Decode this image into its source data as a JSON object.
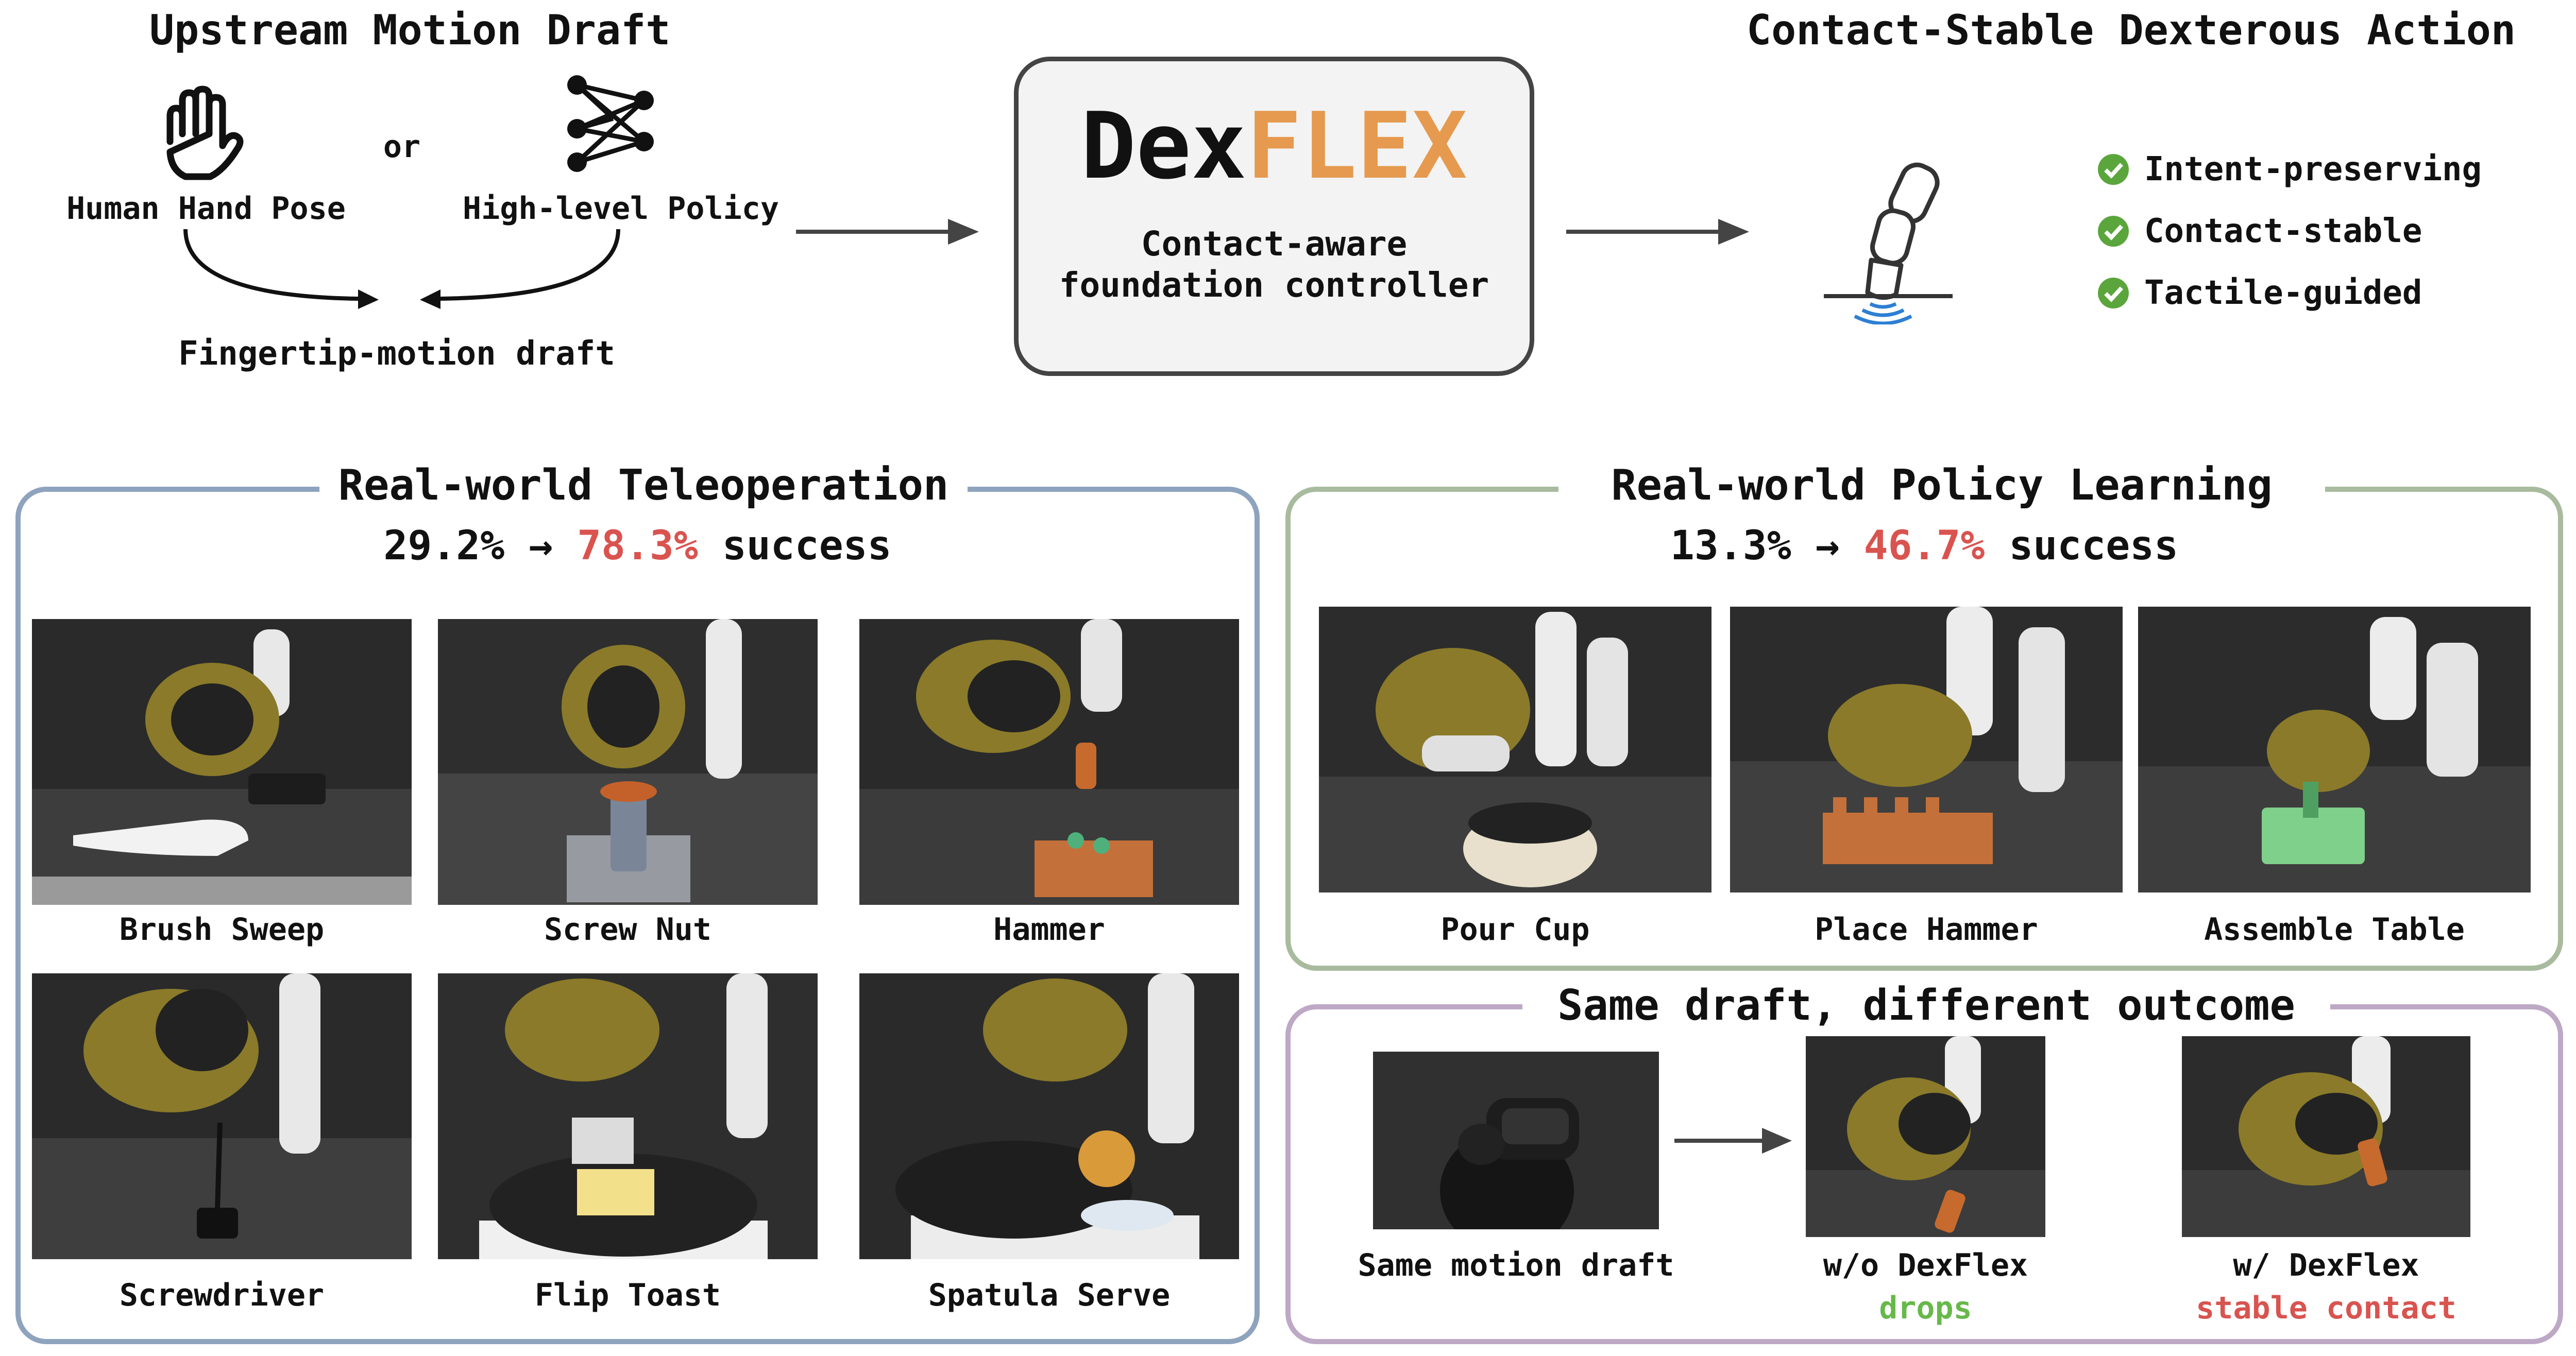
{
  "top": {
    "upstream_title": "Upstream Motion Draft",
    "or_label": "or",
    "human_hand_label": "Human Hand Pose",
    "high_level_label": "High-level Policy",
    "fingertip_label": "Fingertip-motion draft",
    "controller_brand_a": "Dex",
    "controller_brand_b": "FLEX",
    "controller_line1": "Contact-aware",
    "controller_line2": "foundation controller",
    "output_title": "Contact-Stable Dexterous Action",
    "checks": [
      "Intent-preserving",
      "Contact-stable",
      "Tactile-guided"
    ]
  },
  "teleop": {
    "title": "Real-world Teleoperation",
    "before": "29.2%",
    "arrow": "→",
    "after": "78.3%",
    "suffix": "success",
    "tasks": [
      "Brush Sweep",
      "Screw Nut",
      "Hammer",
      "Screwdriver",
      "Flip Toast",
      "Spatula Serve"
    ]
  },
  "policy": {
    "title": "Real-world Policy Learning",
    "before": "13.3%",
    "arrow": "→",
    "after": "46.7%",
    "suffix": "success",
    "tasks": [
      "Pour Cup",
      "Place Hammer",
      "Assemble Table"
    ]
  },
  "compare": {
    "title": "Same draft, different outcome",
    "draft_label": "Same motion draft",
    "without_label": "w/o DexFlex",
    "without_result": "drops",
    "with_label": "w/ DexFlex",
    "with_result": "stable contact"
  },
  "colors": {
    "accent_orange": "#e59a4f",
    "success_red": "#d9534f",
    "drop_green": "#67b84a",
    "check_green": "#5aa63c",
    "teleop_border": "#8ea3bd",
    "policy_border": "#a8bb9e",
    "compare_border": "#bda9c6",
    "arrow_gray": "#444444"
  },
  "icons": [
    "hand-icon",
    "neural-network-icon",
    "robot-finger-icon",
    "check-icon",
    "arrow-right-icon"
  ]
}
